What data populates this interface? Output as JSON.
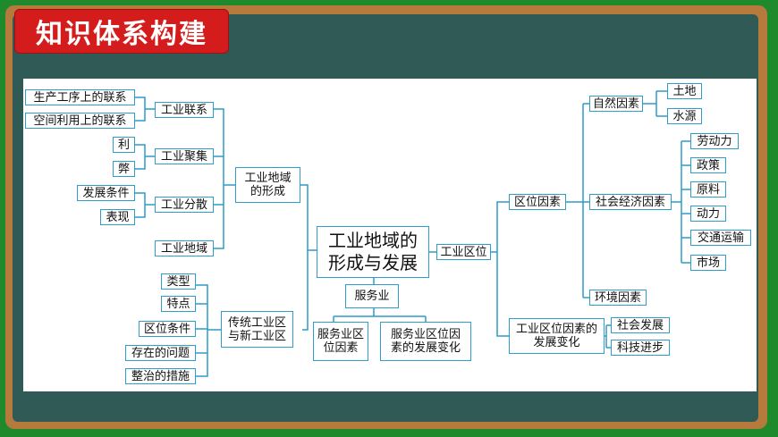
{
  "badge": {
    "title": "知识体系构建"
  },
  "nodes": {
    "center": "工业地域的形成与发展",
    "gyddy": "工业地域的形成",
    "gylx": "工业联系",
    "gylx1": "生产工序上的联系",
    "gylx2": "空间利用上的联系",
    "gyjj": "工业聚集",
    "jj_li": "利",
    "jj_bi": "弊",
    "gyfs": "工业分散",
    "fs1": "发展条件",
    "fs2": "表现",
    "gydy": "工业地域",
    "ctq": "传统工业区与新工业区",
    "ctq1": "类型",
    "ctq2": "特点",
    "ctq3": "区位条件",
    "ctq4": "存在的问题",
    "ctq5": "整治的措施",
    "fwy": "服务业",
    "fwy1": "服务业区位因素",
    "fwy2": "服务业区位因素的发展变化",
    "gyqw": "工业区位",
    "qwys": "区位因素",
    "zrys": "自然因素",
    "zr1": "土地",
    "zr2": "水源",
    "shjj": "社会经济因素",
    "sh1": "劳动力",
    "sh2": "政策",
    "sh3": "原料",
    "sh4": "动力",
    "sh5": "交通运输",
    "sh6": "市场",
    "hjys": "环境因素",
    "fzbh": "工业区位因素的发展变化",
    "fz1": "社会发展",
    "fz2": "科技进步"
  }
}
